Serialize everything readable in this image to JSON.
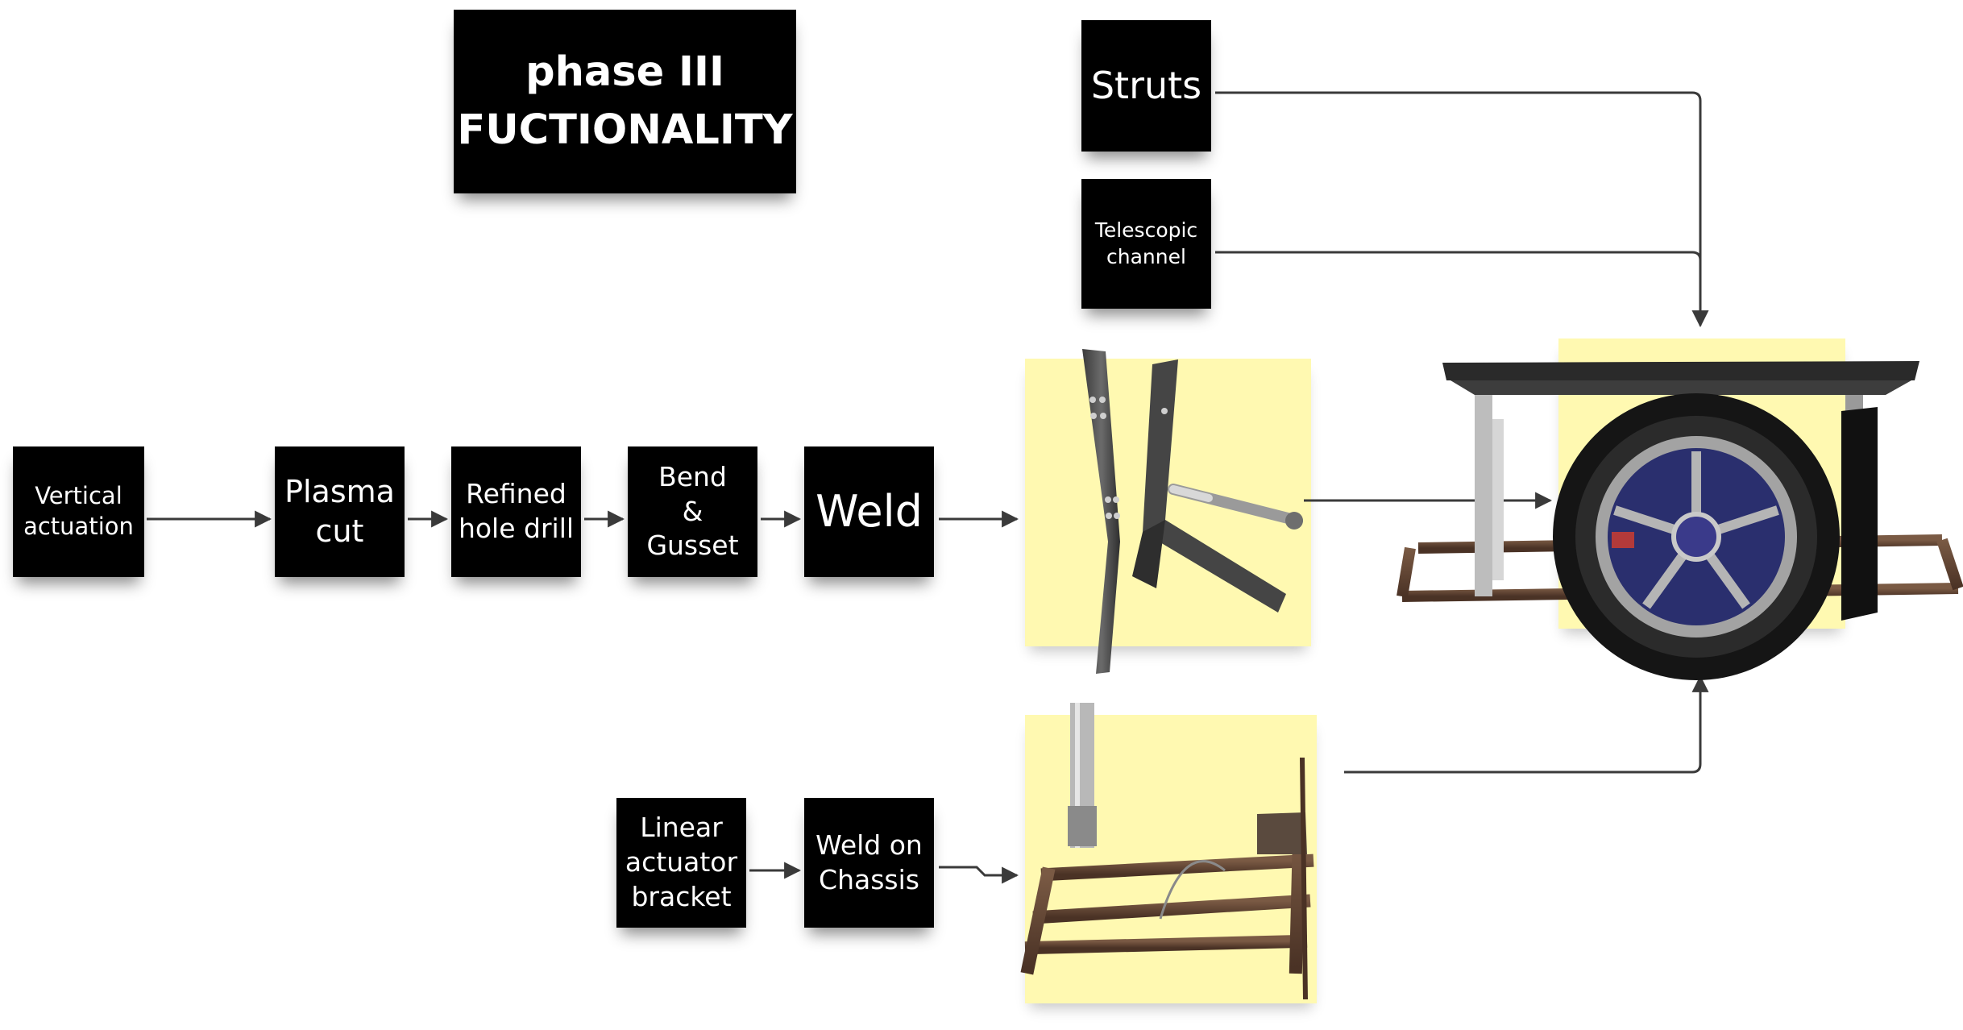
{
  "title": {
    "line1": "phase III",
    "line2": "FUCTIONALITY"
  },
  "steps": {
    "vertical_actuation": "Vertical\nactuation",
    "plasma_cut": "Plasma\ncut",
    "refined_hole_drill": "Refined\nhole drill",
    "bend_gusset": "Bend\n&\nGusset",
    "weld": "Weld",
    "struts": "Struts",
    "telescopic_channel": "Telescopic\nchannel",
    "linear_actuator_bracket": "Linear\nactuator\nbracket",
    "weld_on_chassis": "Weld on\nChassis"
  },
  "colors": {
    "note_bg": "#000000",
    "note_text": "#ffffff",
    "sticky_yellow": "#fff9b1",
    "arrow": "#3a3a3a"
  }
}
